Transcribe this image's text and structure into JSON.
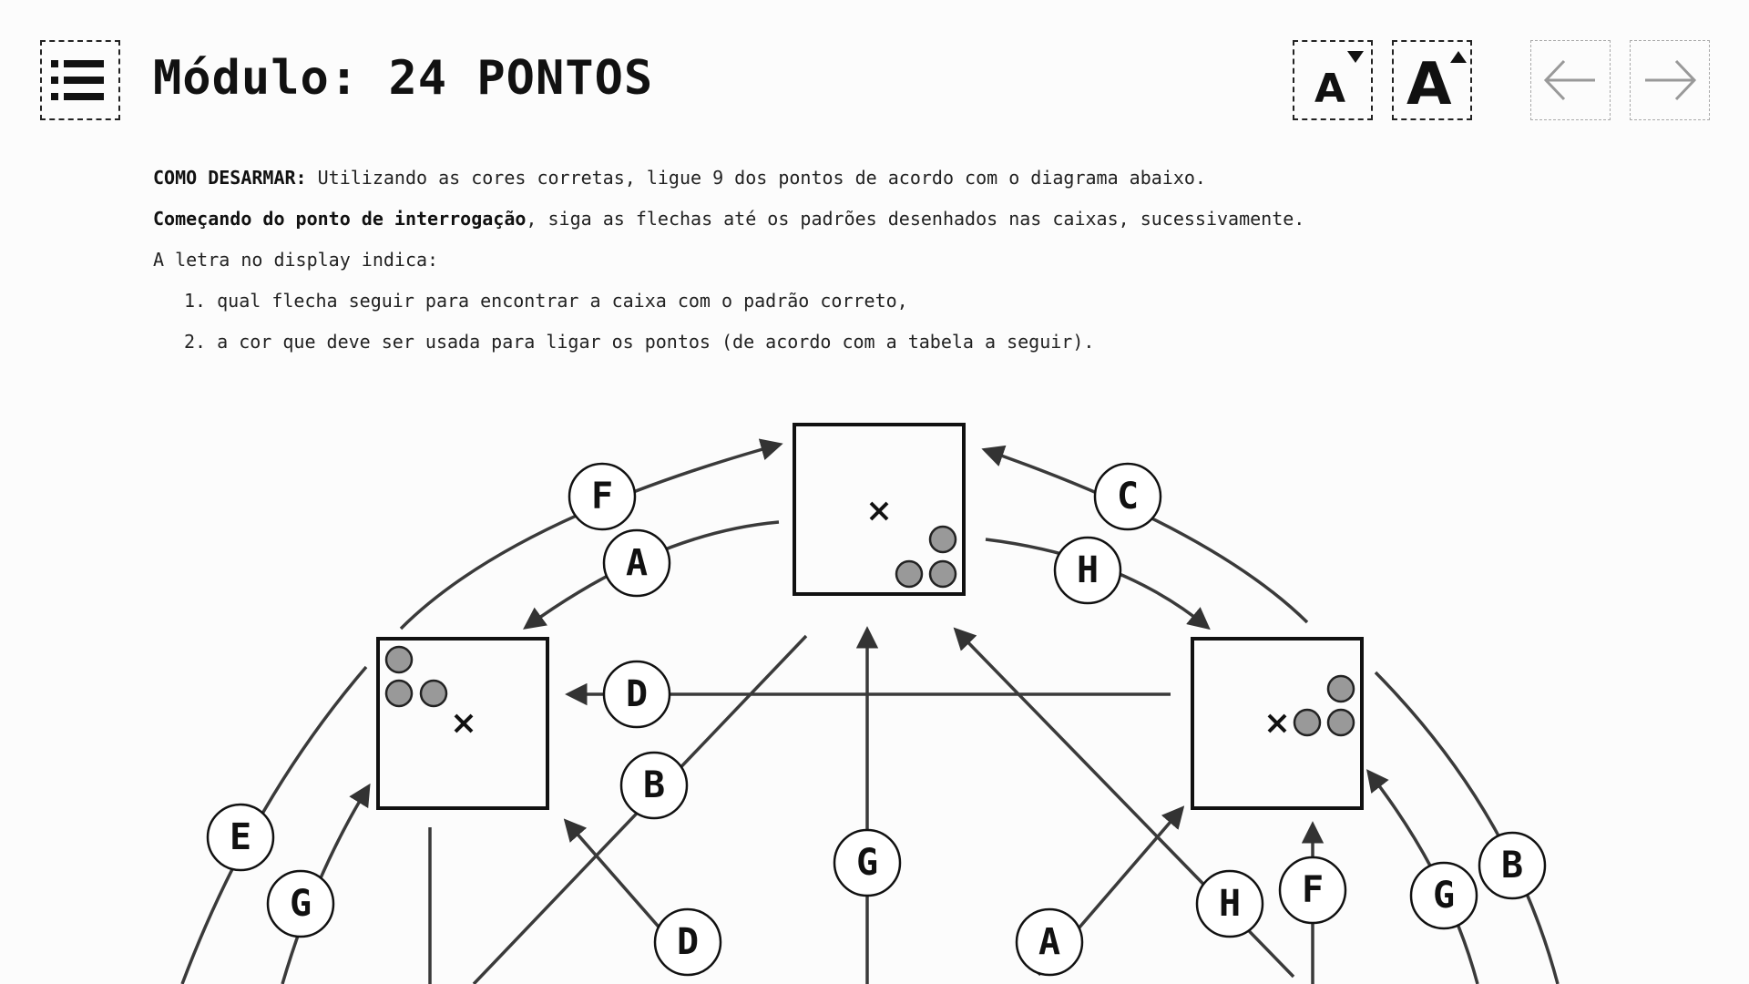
{
  "header": {
    "title": "Módulo: 24 PONTOS",
    "font_decrease_label": "A",
    "font_increase_label": "A"
  },
  "instructions": {
    "line1_bold": "COMO DESARMAR:",
    "line1_rest": " Utilizando as cores corretas, ligue 9 dos pontos de acordo com o diagrama abaixo.",
    "line2_bold": "Começando do ponto de interrogação",
    "line2_rest": ", siga as flechas até os padrões desenhados nas caixas, sucessivamente.",
    "line3": "A letra no display indica:",
    "items": [
      "1. qual flecha seguir para encontrar a caixa com o padrão correto,",
      "2. a cor que deve ser usada para ligar os pontos (de acordo com a tabela a seguir)."
    ]
  },
  "diagram": {
    "labels": [
      "F",
      "A",
      "C",
      "H",
      "D",
      "B",
      "E",
      "G",
      "G",
      "D",
      "A",
      "H",
      "F",
      "G",
      "B"
    ]
  },
  "icons": {
    "menu": "list-menu-icon",
    "prev": "arrow-left-icon",
    "next": "arrow-right-icon",
    "center": "crossed-arrows-icon"
  }
}
